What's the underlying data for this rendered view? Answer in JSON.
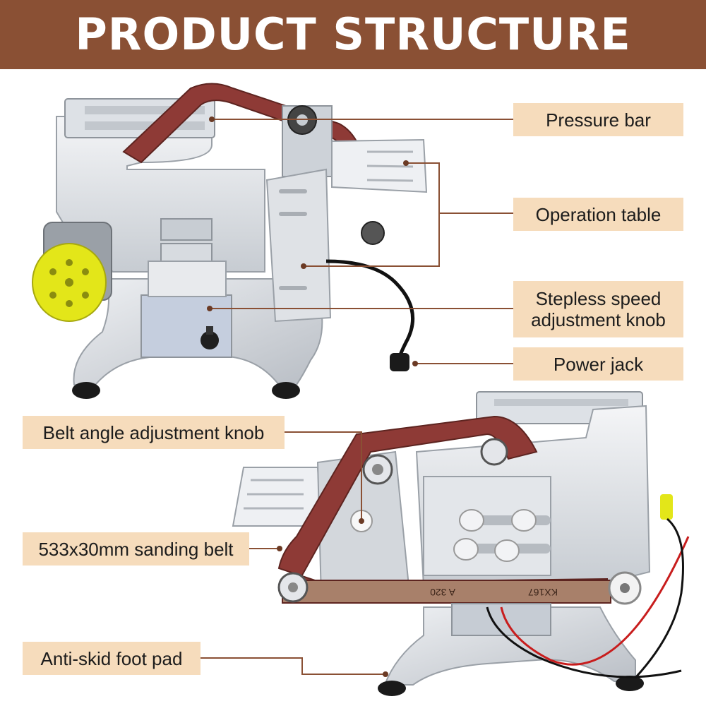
{
  "header": {
    "title": "PRODUCT STRUCTURE"
  },
  "colors": {
    "header_bg": "#8a5034",
    "label_bg": "#f6dcbc",
    "leader_line": "#8a5034",
    "belt": "#8e3a36",
    "motor": "#e3e619"
  },
  "labels": {
    "pressure_bar": "Pressure bar",
    "operation_table": "Operation table",
    "speed_knob_line1": "Stepless speed",
    "speed_knob_line2": "adjustment knob",
    "power_jack": "Power jack",
    "belt_angle_knob": "Belt angle adjustment knob",
    "sanding_belt": "533x30mm sanding belt",
    "foot_pad": "Anti-skid foot pad"
  },
  "belt_marking": {
    "code": "KX167",
    "grit": "A 320"
  }
}
